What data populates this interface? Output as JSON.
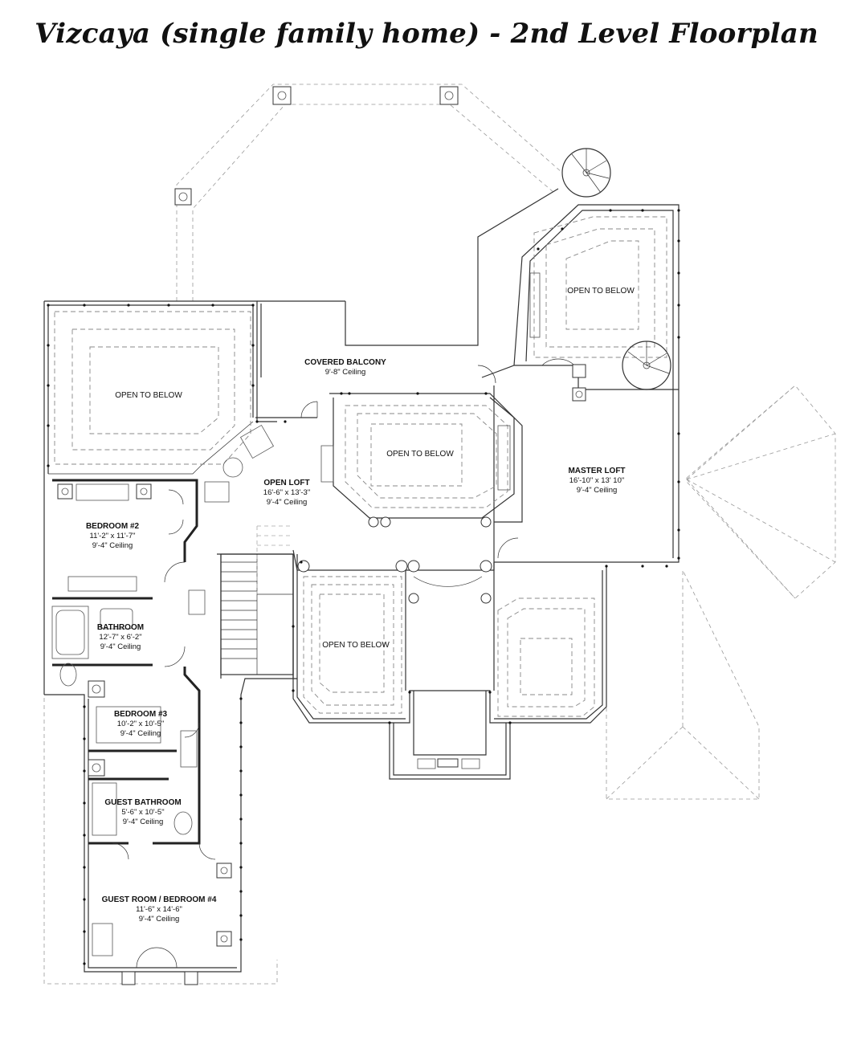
{
  "title": "Vizcaya (single family home) - 2nd Level Floorplan",
  "rooms": {
    "covered_balcony": {
      "name": "COVERED BALCONY",
      "ceiling": "9'-8\" Ceiling"
    },
    "open_loft": {
      "name": "OPEN LOFT",
      "size": "16'-6\" x 13'-3\"",
      "ceiling": "9'-4\" Ceiling"
    },
    "master_loft": {
      "name": "MASTER LOFT",
      "size": "16'-10\" x 13' 10\"",
      "ceiling": "9'-4\" Ceiling"
    },
    "bedroom2": {
      "name": "BEDROOM #2",
      "size": "11'-2\" x 11'-7\"",
      "ceiling": "9'-4\" Ceiling"
    },
    "bathroom": {
      "name": "BATHROOM",
      "size": "12'-7\" x 6'-2\"",
      "ceiling": "9'-4\" Ceiling"
    },
    "bedroom3": {
      "name": "BEDROOM #3",
      "size": "10'-2\" x 10'-5\"",
      "ceiling": "9'-4\" Ceiling"
    },
    "guest_bathroom": {
      "name": "GUEST BATHROOM",
      "size": "5'-6\" x 10'-5\"",
      "ceiling": "9'-4\" Ceiling"
    },
    "guest_room": {
      "name": "GUEST ROOM / BEDROOM #4",
      "size": "11'-6\" x 14'-6\"",
      "ceiling": "9'-4\" Ceiling"
    }
  },
  "open_to_below": {
    "top_left": "OPEN TO BELOW",
    "top_right": "OPEN TO BELOW",
    "center": "OPEN TO BELOW",
    "lower_center": "OPEN TO BELOW"
  }
}
